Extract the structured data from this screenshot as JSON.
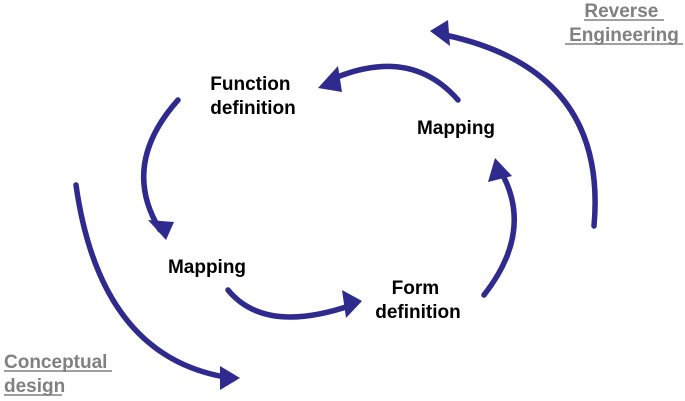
{
  "diagram": {
    "nodes": {
      "function_definition": [
        "Function",
        "definition"
      ],
      "mapping_top": "Mapping",
      "mapping_left": "Mapping",
      "form_definition": [
        "Form",
        "definition"
      ]
    },
    "side_labels": {
      "reverse_engineering": [
        "Reverse",
        "Engineering"
      ],
      "conceptual_design": [
        "Conceptual",
        "design"
      ]
    }
  },
  "colors": {
    "arrow": "#2e2a8e",
    "node_text": "#000000",
    "side_label_text": "#808080"
  }
}
